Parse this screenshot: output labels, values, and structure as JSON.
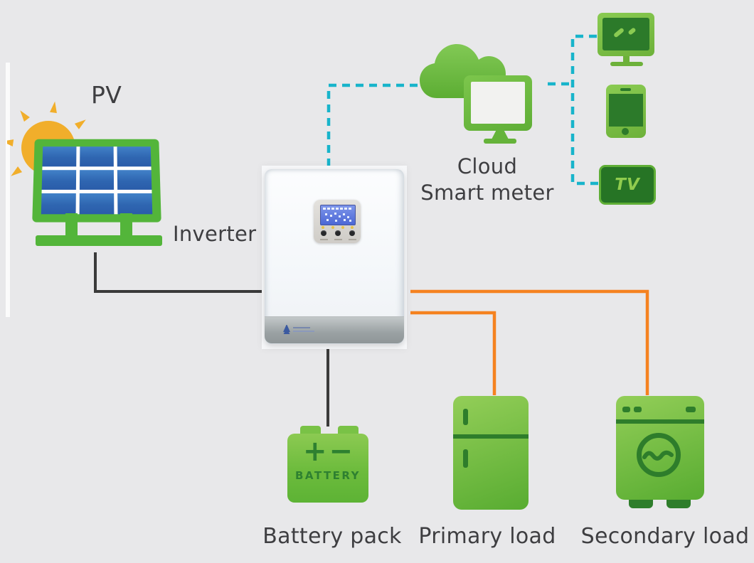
{
  "colors": {
    "bg": "#e8e8ea",
    "green": "#6fbf3f",
    "green-frame": "#53b53a",
    "green-dark": "#2e7d2b",
    "cell-blue": "#3572bd",
    "sun": "#f1ae2b",
    "dash-cyan": "#18b4cb",
    "wire-orange": "#f58220",
    "wire-black": "#3a3a3a",
    "text": "#3e3e41",
    "lcd-blue": "#5b74de"
  },
  "labels": {
    "pv": "PV",
    "inverter": "Inverter",
    "cloud": {
      "line1": "Cloud",
      "line2": "Smart meter"
    },
    "battery_pack": "Battery pack",
    "primary_load": "Primary load",
    "secondary_load": "Secondary load"
  },
  "battery_icon": {
    "plus": "+",
    "minus": "−",
    "text": "BATTERY"
  },
  "tv_icon": {
    "text": "TV"
  },
  "icons": [
    "sun-icon",
    "solar-panel-icon",
    "inverter-image",
    "cloud-icon",
    "smart-meter-monitor-icon",
    "display-icon",
    "smartphone-icon",
    "tv-icon",
    "battery-icon",
    "fridge-icon",
    "washing-machine-icon"
  ],
  "connections": [
    {
      "from": "solar-panel",
      "to": "inverter",
      "style": "solid-black"
    },
    {
      "from": "inverter",
      "to": "battery-pack",
      "style": "solid-black"
    },
    {
      "from": "inverter",
      "to": "cloud-smart-meter",
      "style": "dashed-cyan"
    },
    {
      "from": "cloud-smart-meter",
      "to": "display",
      "style": "dashed-cyan"
    },
    {
      "from": "cloud-smart-meter",
      "to": "tv",
      "style": "dashed-cyan"
    },
    {
      "from": "inverter",
      "to": "primary-load",
      "style": "solid-orange"
    },
    {
      "from": "inverter",
      "to": "secondary-load",
      "style": "solid-orange"
    }
  ]
}
